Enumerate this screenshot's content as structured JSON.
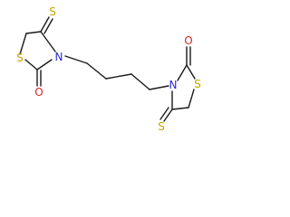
{
  "molecule": {
    "atoms": {
      "s_thioxo_left": "S",
      "s_ring_left": "S",
      "n_left": "N",
      "o_left": "O",
      "o_right": "O",
      "s_ring_right": "S",
      "n_right": "N",
      "s_thioxo_right": "S"
    },
    "colors": {
      "bond": "#1a1a1a",
      "S": "#c8a200",
      "N": "#2b2bd6",
      "O": "#e02020"
    }
  }
}
